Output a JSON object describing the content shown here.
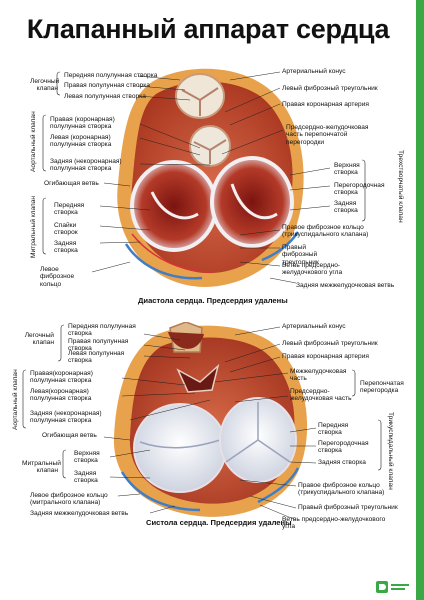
{
  "title": "Клапанный аппарат сердца",
  "colors": {
    "accent": "#3aa845",
    "muscle": "#c9563c",
    "fat": "#f0c260",
    "valve": "#e8eaf0"
  },
  "top": {
    "left_labels": {
      "pulm_valve": "Легочный клапан",
      "ant_cusp": "Передняя полулунная створка",
      "right_cusp": "Правая полулунная створка",
      "left_cusp": "Левая полулунная створка",
      "aortic_valve": "Аортальный клапан",
      "right_coronary_cusp": "Правая (коронарная) полулунная створка",
      "left_coronary_cusp": "Левая (коронарная) полулунная створка",
      "noncoronary_cusp": "Задняя (некоронарная) полулунная створка",
      "circumflex": "Огибающая ветвь",
      "mitral_valve": "Митральный клапан",
      "mitral_ant": "Передняя створка",
      "commissures": "Спайки створок",
      "mitral_post": "Задняя створка",
      "left_fibrous_ring": "Левое фиброзное кольцо"
    },
    "right_labels": {
      "arterial_cone": "Артериальный конус",
      "left_fibrous_triangle": "Левый фиброзный треугольник",
      "right_coronary_artery": "Правая коронарная артерия",
      "av_septum": "Предсердно-желудочковая часть перепончатой перегородки",
      "tricuspid_valve": "Трехстворчатый клапан",
      "tri_ant": "Верхняя створка",
      "tri_septal": "Перегородочная створка",
      "tri_post": "Задняя створка",
      "right_fibrous_ring": "Правое фиброзное кольцо (трикуспидального клапана)",
      "right_fibrous_triangle": "Правый фиброзный треугольник",
      "av_node_branch": "Ветвь предсердно-желудочкового угла",
      "post_iv_branch": "Задняя межжелудочковая ветвь"
    },
    "caption": "Диастола сердца. Предсердия удалены"
  },
  "bottom": {
    "left_labels": {
      "pulm_valve": "Легочный клапан",
      "ant_cusp": "Передняя полулунная створка",
      "right_cusp": "Правая полулунная створка",
      "left_cusp": "Левая полулунная створка",
      "aortic_valve": "Аортальный клапан",
      "right_coronary_cusp": "Правая(коронарная) полулунная створка",
      "left_coronary_cusp": "Левая(коронарная) полулунная створка",
      "noncoronary_cusp": "Задняя (некоронарная) полулунная створка",
      "circumflex": "Огибающая ветвь",
      "mitral_valve": "Митральный клапан",
      "mitral_ant": "Верхняя створка",
      "mitral_post": "Задняя створка",
      "left_fibrous_ring": "Левое фиброзное кольцо (митрального клапана)",
      "post_iv_branch": "Задняя межжелудочковая ветвь"
    },
    "right_labels": {
      "arterial_cone": "Артериальный конус",
      "left_fibrous_triangle": "Левый фиброзный треугольник",
      "right_coronary_artery": "Правая коронарная артерия",
      "interventricular_part": "Межжелудочковая часть",
      "av_part": "Предсердно-желудочковая часть",
      "membranous_septum": "Перепончатая перегородка",
      "tricuspid_valve": "Трикуспидальный клапан",
      "tri_ant": "Передняя створка",
      "tri_septal": "Перегородочная створка",
      "tri_post": "Задняя створка",
      "right_fibrous_ring": "Правое фиброзное кольцо (трикуспидального клапана)",
      "right_fibrous_triangle": "Правый фиброзный треугольник",
      "av_node_branch": "Ветвь предсердно-желудочкового угла"
    },
    "caption": "Систола сердца. Предсердия удалены"
  }
}
